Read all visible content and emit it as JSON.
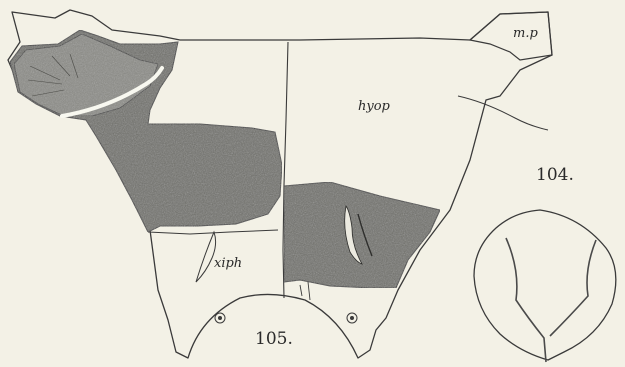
{
  "figures": [
    {
      "id": "fig-105",
      "number": "105.",
      "labels": {
        "hyop": "hyop",
        "xiph": "xiph",
        "mp": "m.p"
      }
    },
    {
      "id": "fig-104",
      "number": "104."
    }
  ],
  "colors": {
    "paper": "#f3f1e6",
    "ink": "#3a3a3a",
    "shade_dark": "#6f6f6b",
    "shade_mid": "#8c8c87"
  }
}
